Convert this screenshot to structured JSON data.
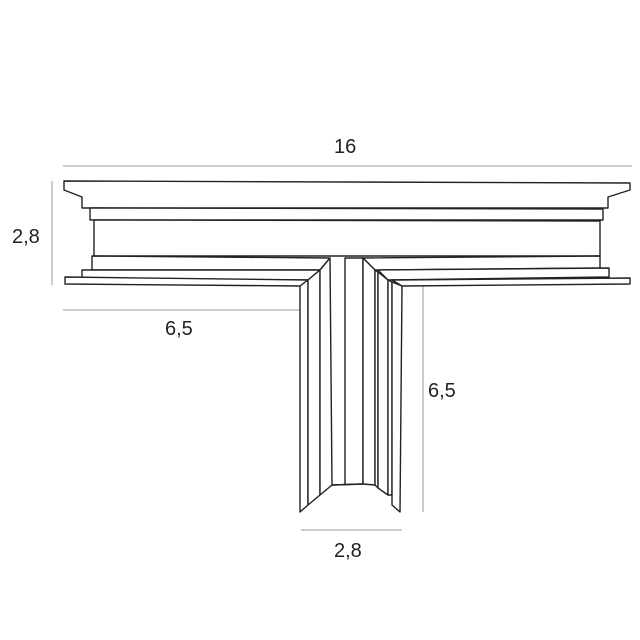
{
  "diagram": {
    "title": "T-connector profile technical drawing",
    "line_color": "#222222",
    "dim_line_color": "#999999",
    "dimensions": {
      "total_width": "16",
      "profile_height": "2,8",
      "left_arm_length": "6,5",
      "branch_length": "6,5",
      "branch_width": "2,8"
    }
  }
}
